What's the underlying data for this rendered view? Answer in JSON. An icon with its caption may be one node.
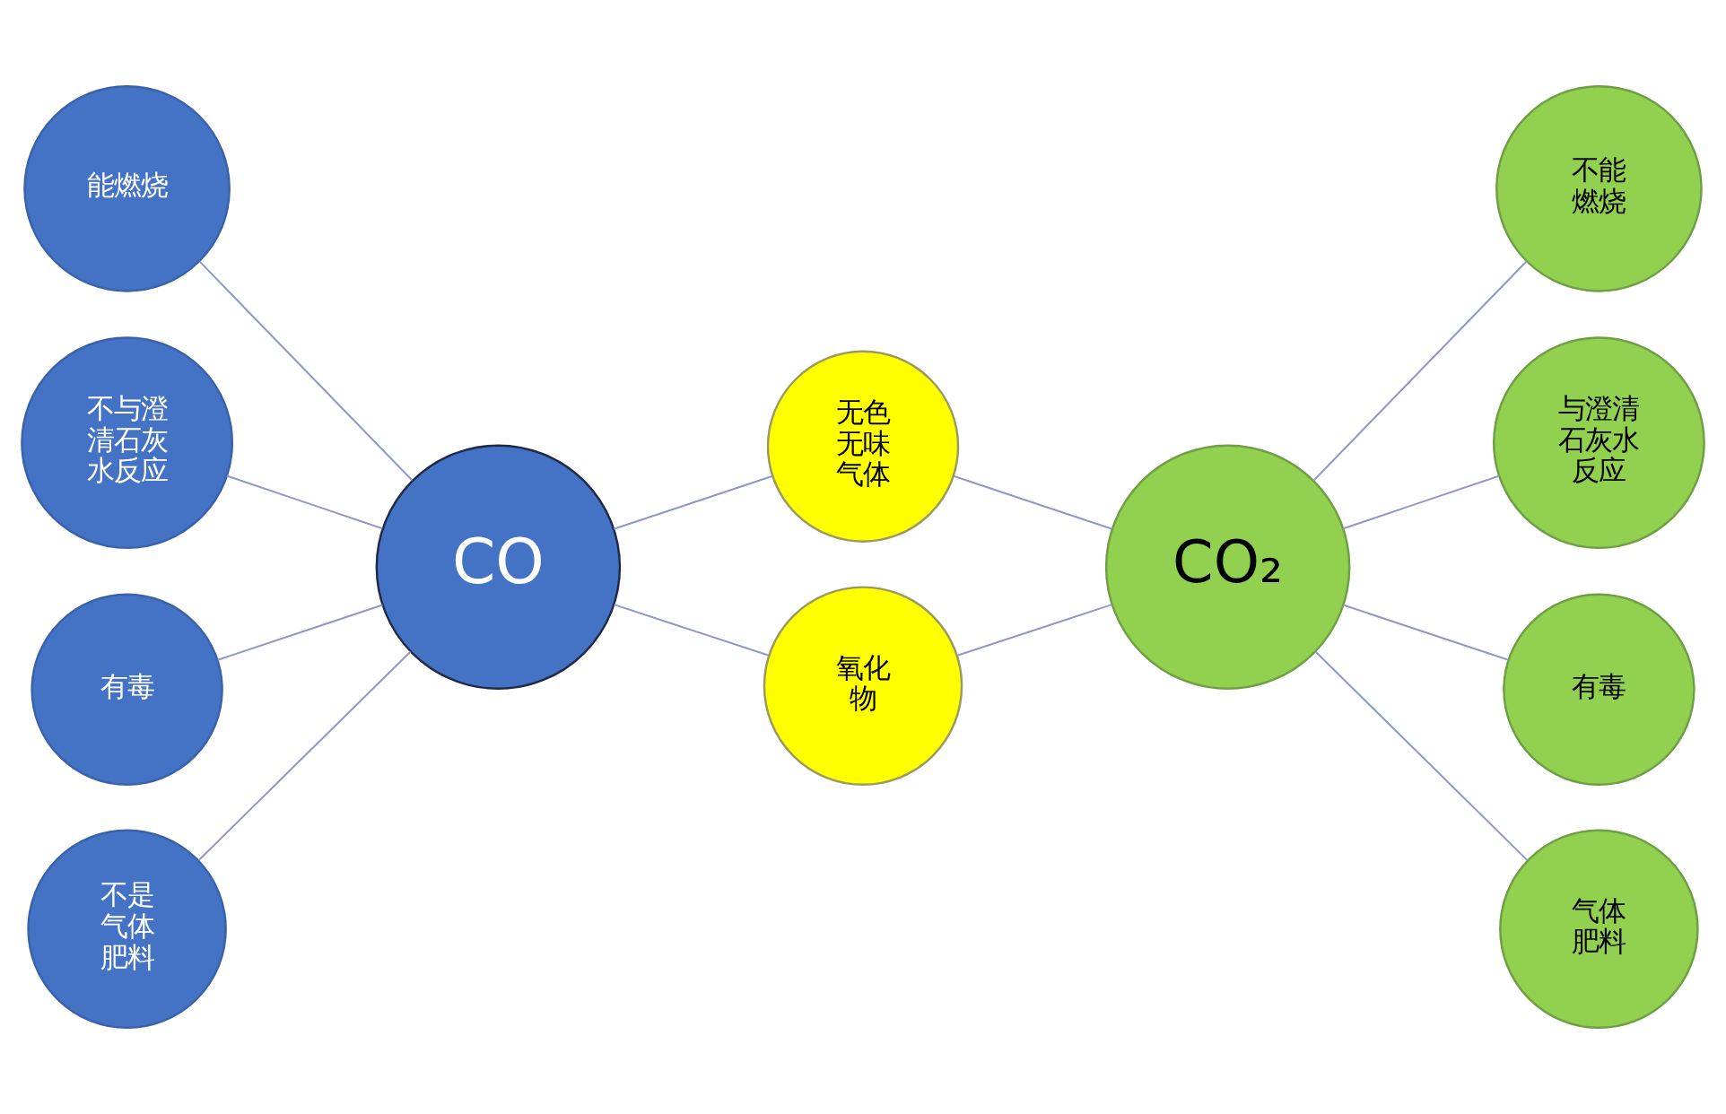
{
  "diagram": {
    "nodes": [
      {
        "text": [
          "能燃烧"
        ]
      },
      {
        "text": [
          "不与澄清石灰水反应"
        ]
      },
      {
        "text": [
          "有毒"
        ]
      },
      {
        "text": [
          "不是气体肥料"
        ]
      },
      {
        "text": [
          "CO"
        ]
      },
      {
        "text": [
          "无色无味气体"
        ]
      },
      {
        "text": [
          "氧化物"
        ]
      },
      {
        "text": [
          "CO₂"
        ]
      },
      {
        "text": [
          "不能燃烧"
        ]
      },
      {
        "text": [
          "与澄清石灰水反应"
        ]
      },
      {
        "text": [
          "有毒"
        ]
      },
      {
        "text": [
          "气体肥料"
        ]
      }
    ],
    "edges": [
      {
        "from": 0,
        "to": 4,
        "arrow": "none"
      },
      {
        "from": 1,
        "to": 4,
        "arrow": "none"
      },
      {
        "from": 2,
        "to": 4,
        "arrow": "none"
      },
      {
        "from": 3,
        "to": 4,
        "arrow": "none"
      },
      {
        "from": 4,
        "to": 5,
        "arrow": "none"
      },
      {
        "from": 4,
        "to": 6,
        "arrow": "none"
      },
      {
        "from": 5,
        "to": 7,
        "arrow": "none"
      },
      {
        "from": 6,
        "to": 7,
        "arrow": "none"
      },
      {
        "from": 7,
        "to": 8,
        "arrow": "none"
      },
      {
        "from": 7,
        "to": 9,
        "arrow": "none"
      },
      {
        "from": 7,
        "to": 10,
        "arrow": "none"
      },
      {
        "from": 7,
        "to": 11,
        "arrow": "none"
      }
    ]
  }
}
